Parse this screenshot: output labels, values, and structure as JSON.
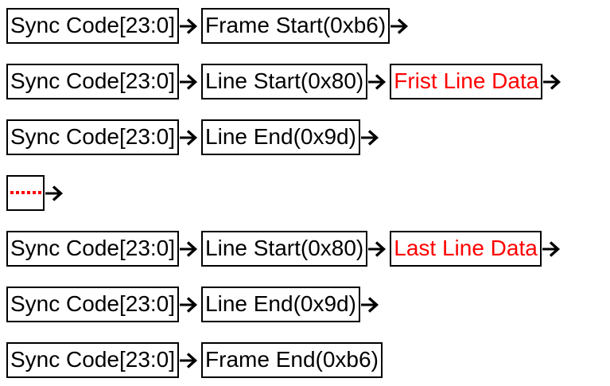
{
  "page": {
    "background": "#ffffff"
  },
  "colors": {
    "box_border": "#000000",
    "text_black": "#000000",
    "text_red": "#ff0000",
    "arrow": "#000000"
  },
  "icons": {
    "arrow_right": "→"
  },
  "diagram": {
    "description": "frame-sync-sequence-flow",
    "rows": [
      {
        "name": "frame-start-row",
        "trailing_arrow": true,
        "boxes": [
          {
            "name": "sync-code-box",
            "label": "Sync Code[23:0]",
            "color": "black"
          },
          {
            "name": "frame-start-box",
            "label": "Frame Start(0xb6)",
            "color": "black"
          }
        ]
      },
      {
        "name": "first-line-row",
        "trailing_arrow": true,
        "boxes": [
          {
            "name": "sync-code-box",
            "label": "Sync Code[23:0]",
            "color": "black"
          },
          {
            "name": "line-start-box",
            "label": "Line Start(0x80)",
            "color": "black"
          },
          {
            "name": "first-line-data-box",
            "label": "Frist Line Data",
            "color": "red"
          }
        ]
      },
      {
        "name": "line-end-row-1",
        "trailing_arrow": true,
        "boxes": [
          {
            "name": "sync-code-box",
            "label": "Sync Code[23:0]",
            "color": "black"
          },
          {
            "name": "line-end-box",
            "label": "Line End(0x9d)",
            "color": "black"
          }
        ]
      },
      {
        "name": "ellipsis-row",
        "trailing_arrow": true,
        "boxes": [
          {
            "name": "ellipsis-box",
            "label": "······",
            "color": "red",
            "type": "dots"
          }
        ]
      },
      {
        "name": "last-line-row",
        "trailing_arrow": true,
        "boxes": [
          {
            "name": "sync-code-box",
            "label": "Sync Code[23:0]",
            "color": "black"
          },
          {
            "name": "line-start-box",
            "label": "Line Start(0x80)",
            "color": "black"
          },
          {
            "name": "last-line-data-box",
            "label": "Last Line Data",
            "color": "red"
          }
        ]
      },
      {
        "name": "line-end-row-2",
        "trailing_arrow": true,
        "boxes": [
          {
            "name": "sync-code-box",
            "label": "Sync Code[23:0]",
            "color": "black"
          },
          {
            "name": "line-end-box",
            "label": "Line End(0x9d)",
            "color": "black"
          }
        ]
      },
      {
        "name": "frame-end-row",
        "trailing_arrow": false,
        "boxes": [
          {
            "name": "sync-code-box",
            "label": "Sync Code[23:0]",
            "color": "black"
          },
          {
            "name": "frame-end-box",
            "label": "Frame End(0xb6)",
            "color": "black"
          }
        ]
      }
    ]
  }
}
